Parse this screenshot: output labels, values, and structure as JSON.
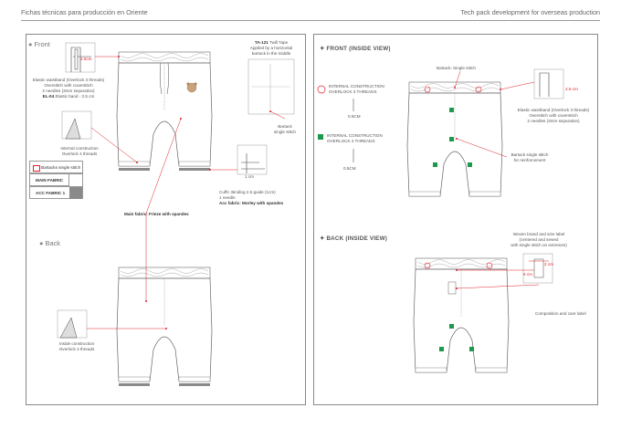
{
  "header": {
    "left_title": "Fichas técnicas para producción en Oriente",
    "right_title": "Tech pack development for overseas production"
  },
  "left_panel": {
    "front_label": "Front",
    "back_label": "Back",
    "callouts": {
      "waistband_measure": "2.5cm",
      "waistband_line1": "Elastic waistband (Overlock 3 threads)",
      "waistband_line2": "Overstitch with coverstitch",
      "waistband_line3": "2 needles (3mm separation)",
      "elastic_code": "EL-04",
      "elastic_desc": "Elastic band - 2,5 cm",
      "tape_code": "TA-121",
      "tape_name": "Twill Tape",
      "tape_line2": "Applied by a horizontal",
      "tape_line3": "bartack in the middle",
      "bartack_line1": "Bartack",
      "bartack_line2": "single stitch",
      "internal_line1": "Internal construction",
      "internal_line2": "Overlock 4 threads",
      "cuff_measure": "1 cm",
      "cuff_line1": "Cuffs: Binding 2.5 guide (1cm)",
      "cuff_line2": "1 needle",
      "cuff_line3": "Acc fabric: Morley with spandex",
      "main_fabric_note": "Main fabric: Frieze with spandex",
      "inside_line1": "Inside construction",
      "inside_line2": "Overlock 4 threads"
    },
    "legend": {
      "bartacks": "Bartacks single stitch",
      "main_fabric": "MAIN FABRIC",
      "acc_fabric": "ACC FABRIC 1"
    }
  },
  "right_panel": {
    "front_title": "FRONT (INSIDE VIEW)",
    "back_title": "BACK (INSIDE VIEW)",
    "legend_circle_line1": "INTERNAL CONSTRUCTION",
    "legend_circle_line2": "OVERLOCK 3 THREADS",
    "legend_circle_size": "0.5CM",
    "legend_square_line1": "INTERNAL CONSTRUCTION",
    "legend_square_line2": "OVERLOCK 4 THREADS",
    "legend_square_size": "0.5CM",
    "bartack_single": "Bartack: Single stitch",
    "waist_measure": "2.5 cm",
    "waist_line1": "Elastic waistband (Overlock 3 threads)",
    "waist_line2": "Overstitch with coverstitch",
    "waist_line3": "2 needles (3mm separation)",
    "reinforce_line1": "Bartack single stitch",
    "reinforce_line2": "for reinforcement",
    "label_line1": "Woven brand and size label",
    "label_line2": "(centered and sewed",
    "label_line3": "with single stitch on extremes)",
    "label_measure_top": "2 cm",
    "label_measure_left": "6 cm",
    "composition": "Composition and care label"
  },
  "colors": {
    "bartack_red": "#e0202a",
    "construction_green": "#1a9a4a",
    "acc_fabric_grey": "#8a8a8a",
    "stitch_grey": "#9a9a9a"
  }
}
